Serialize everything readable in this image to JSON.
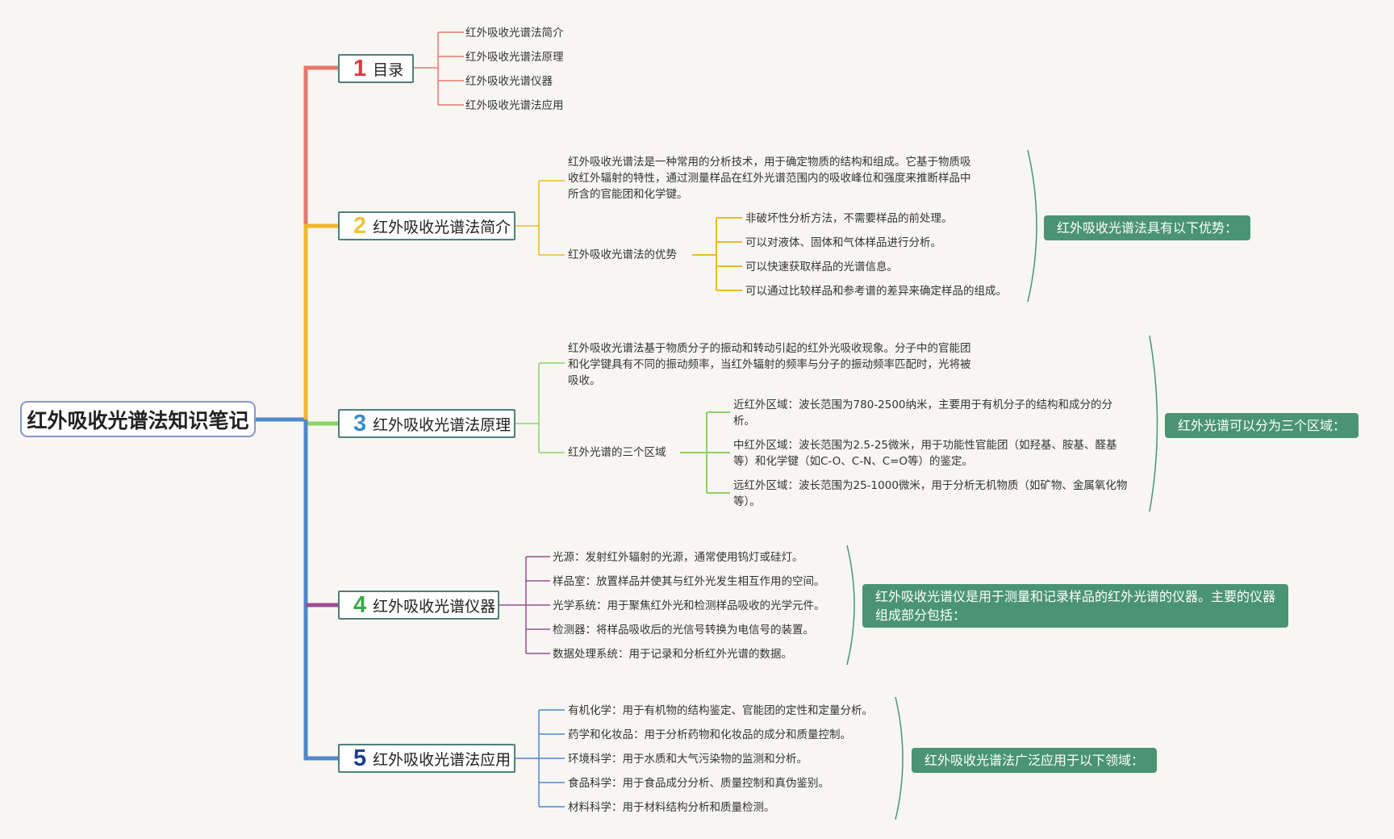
{
  "root": {
    "title": "红外吸收光谱法知识笔记"
  },
  "colors": {
    "b1": "#e7786b",
    "b2": "#f3b62b",
    "b3": "#8fd164",
    "b4": "#9b4e90",
    "b5": "#4f88cc",
    "summary_bg": "#4a9473",
    "node_border": "#4f7f7b"
  },
  "branches": [
    {
      "num": "1",
      "label": "目录",
      "num_color": "#d93a3a",
      "items": [
        "红外吸收光谱法简介",
        "红外吸收光谱法原理",
        "红外吸收光谱仪器",
        "红外吸收光谱法应用"
      ]
    },
    {
      "num": "2",
      "label": "红外吸收光谱法简介",
      "num_color": "#f0c33c",
      "paragraph": "红外吸收光谱法是一种常用的分析技术，用于确定物质的结构和组成。它基于物质吸收红外辐射的特性，通过测量样品在红外光谱范围内的吸收峰位和强度来推断样品中所含的官能团和化学键。",
      "sub_label": "红外吸收光谱法的优势",
      "sub_items": [
        "非破坏性分析方法，不需要样品的前处理。",
        "可以对液体、固体和气体样品进行分析。",
        "可以快速获取样品的光谱信息。",
        "可以通过比较样品和参考谱的差异来确定样品的组成。"
      ],
      "summary": "红外吸收光谱法具有以下优势："
    },
    {
      "num": "3",
      "label": "红外吸收光谱法原理",
      "num_color": "#3a8ccf",
      "paragraph": "红外吸收光谱法基于物质分子的振动和转动引起的红外光吸收现象。分子中的官能团和化学键具有不同的振动频率，当红外辐射的频率与分子的振动频率匹配时，光将被吸收。",
      "sub_label": "红外光谱的三个区域",
      "sub_items": [
        "近红外区域：波长范围为780-2500纳米，主要用于有机分子的结构和成分的分析。",
        "中红外区域：波长范围为2.5-25微米，用于功能性官能团（如羟基、胺基、醛基等）和化学键（如C-O、C-N、C=O等）的鉴定。",
        "远红外区域：波长范围为25-1000微米，用于分析无机物质（如矿物、金属氧化物等）。"
      ],
      "summary": "红外光谱可以分为三个区域："
    },
    {
      "num": "4",
      "label": "红外吸收光谱仪器",
      "num_color": "#3aa84a",
      "items": [
        "光源：发射红外辐射的光源，通常使用钨灯或硅灯。",
        "样品室：放置样品并使其与红外光发生相互作用的空间。",
        "光学系统：用于聚焦红外光和检测样品吸收的光学元件。",
        "检测器：将样品吸收后的光信号转换为电信号的装置。",
        "数据处理系统：用于记录和分析红外光谱的数据。"
      ],
      "summary": "红外吸收光谱仪是用于测量和记录样品的红外光谱的仪器。主要的仪器组成部分包括："
    },
    {
      "num": "5",
      "label": "红外吸收光谱法应用",
      "num_color": "#1d3f8f",
      "items": [
        "有机化学：用于有机物的结构鉴定、官能团的定性和定量分析。",
        "药学和化妆品：用于分析药物和化妆品的成分和质量控制。",
        "环境科学：用于水质和大气污染物的监测和分析。",
        "食品科学：用于食品成分分析、质量控制和真伪鉴别。",
        "材料科学：用于材料结构分析和质量检测。"
      ],
      "summary": "红外吸收光谱法广泛应用于以下领域："
    }
  ]
}
